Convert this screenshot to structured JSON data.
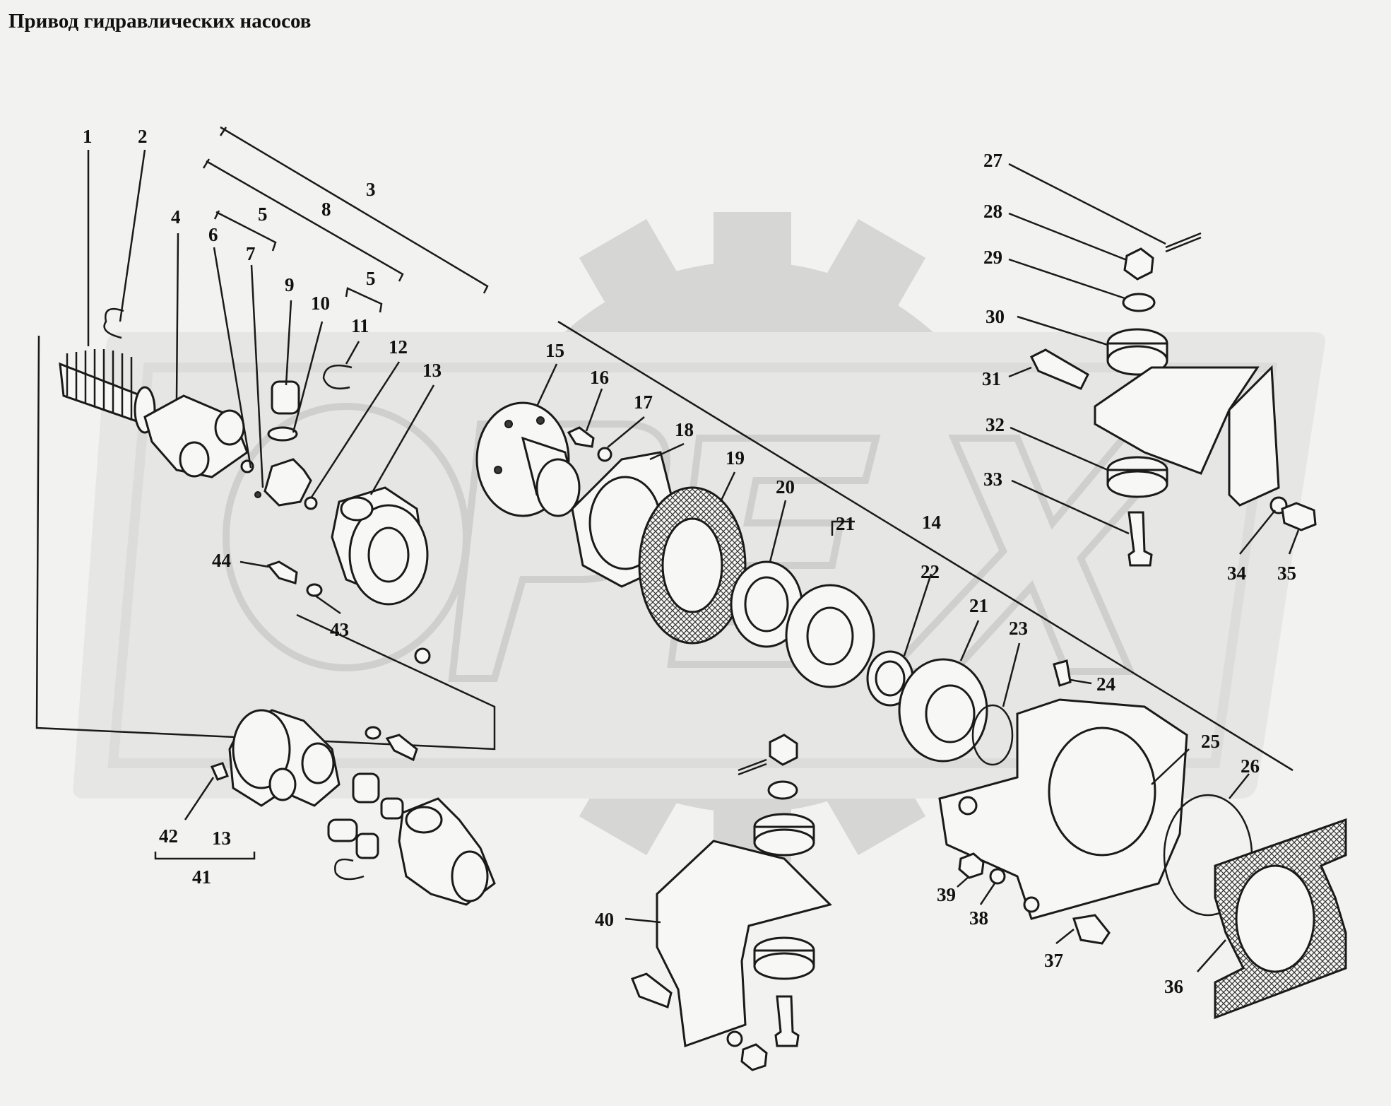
{
  "title": "Привод гидравлических насосов",
  "callouts": {
    "c1": "1",
    "c2": "2",
    "c3": "3",
    "c4": "4",
    "c5a": "5",
    "c5b": "5",
    "c6": "6",
    "c7": "7",
    "c8": "8",
    "c9": "9",
    "c10": "10",
    "c11": "11",
    "c12": "12",
    "c13a": "13",
    "c13b": "13",
    "c14": "14",
    "c15": "15",
    "c16": "16",
    "c17": "17",
    "c18": "18",
    "c19": "19",
    "c20": "20",
    "c21a": "21",
    "c21b": "21",
    "c22": "22",
    "c23": "23",
    "c24": "24",
    "c25": "25",
    "c26": "26",
    "c27": "27",
    "c28": "28",
    "c29": "29",
    "c30": "30",
    "c31": "31",
    "c32": "32",
    "c33": "33",
    "c34": "34",
    "c35": "35",
    "c36": "36",
    "c37": "37",
    "c38": "38",
    "c39": "39",
    "c40": "40",
    "c41": "41",
    "c42": "42",
    "c43": "43",
    "c44": "44"
  },
  "watermark": {
    "logo_text": "OPEX",
    "icon": "gear-watermark"
  },
  "colors": {
    "background": "#f2f2f0",
    "watermark": "#d6d6d4",
    "ink": "#1a1a1a"
  }
}
